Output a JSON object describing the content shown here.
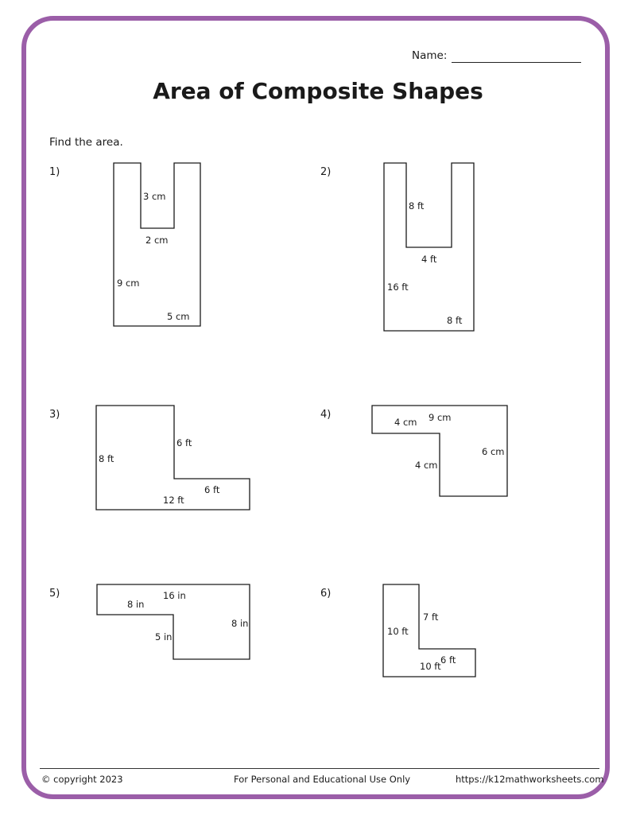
{
  "header": {
    "name_label": "Name:",
    "title": "Area of Composite Shapes",
    "instructions": "Find the area."
  },
  "problems": [
    {
      "number": "1)",
      "labels": [
        "3 cm",
        "2 cm",
        "9 cm",
        "5 cm"
      ]
    },
    {
      "number": "2)",
      "labels": [
        "8 ft",
        "4 ft",
        "16 ft",
        "8 ft"
      ]
    },
    {
      "number": "3)",
      "labels": [
        "6 ft",
        "8 ft",
        "6 ft",
        "12 ft"
      ]
    },
    {
      "number": "4)",
      "labels": [
        "4 cm",
        "9 cm",
        "6 cm",
        "4 cm"
      ]
    },
    {
      "number": "5)",
      "labels": [
        "16 in",
        "8 in",
        "8 in",
        "5 in"
      ]
    },
    {
      "number": "6)",
      "labels": [
        "7 ft",
        "10 ft",
        "6 ft",
        "10 ft"
      ]
    }
  ],
  "footer": {
    "copyright": "© copyright 2023",
    "usage": "For Personal and Educational Use Only",
    "website": "https://k12mathworksheets.com"
  },
  "colors": {
    "border": "#9b5ea8",
    "ink": "#1a1a1a"
  }
}
